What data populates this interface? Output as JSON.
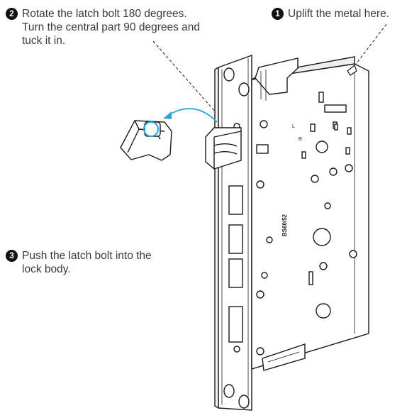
{
  "steps": [
    {
      "number": "1",
      "lines": [
        "Uplift the metal here."
      ]
    },
    {
      "number": "2",
      "lines": [
        "Rotate the latch bolt 180 degrees.",
        "Turn the central part 90 degrees and",
        "tuck it in."
      ]
    },
    {
      "number": "3",
      "lines": [
        "Push the latch bolt into the",
        "lock body."
      ]
    }
  ],
  "lock_body_markings": {
    "model": "BS60/52",
    "label_l": "L",
    "label_r": "R"
  },
  "colors": {
    "line": "#1a1a1a",
    "arrow": "#2aa7d6",
    "text": "#3a3a3a",
    "badge": "#111111"
  }
}
